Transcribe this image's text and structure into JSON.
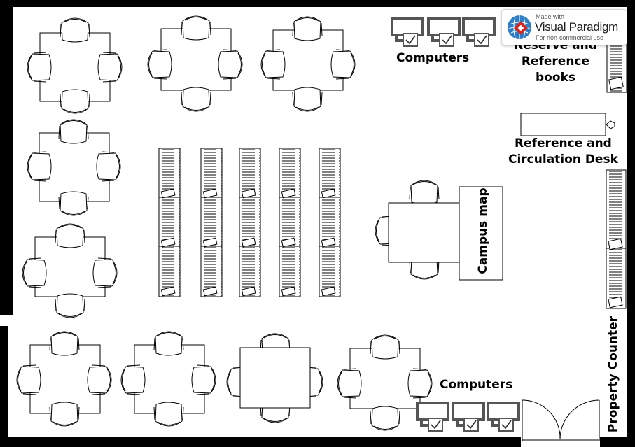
{
  "labels": {
    "computers_top": "Computers",
    "reserve_books": "Reserve and\nReference\nbooks",
    "reference_desk": "Reference and\nCirculation Desk",
    "campus_map": "Campus map",
    "computers_bottom": "Computers",
    "property_counter": "Property Counter"
  },
  "badge": {
    "made_with": "Made with",
    "brand": "Visual Paradigm",
    "note": "For non-commercial use"
  },
  "colors": {
    "wall": "#000000",
    "line": "#000000",
    "fill": "#ffffff",
    "logo_red": "#d7261e",
    "logo_blue": "#2d7ec4"
  }
}
